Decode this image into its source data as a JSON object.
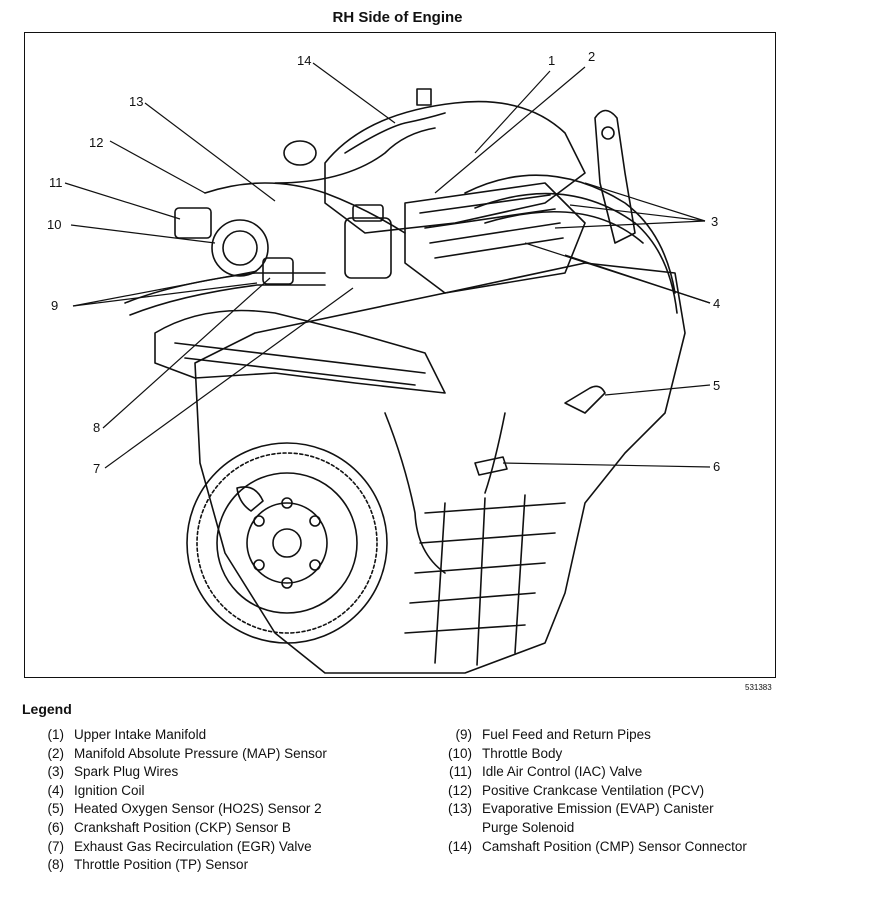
{
  "title": "RH Side of Engine",
  "figure_id": "531383",
  "legend_title": "Legend",
  "callouts": [
    "1",
    "2",
    "3",
    "4",
    "5",
    "6",
    "7",
    "8",
    "9",
    "10",
    "11",
    "12",
    "13",
    "14"
  ],
  "legend_left": [
    {
      "num": "(1)",
      "label": "Upper Intake Manifold"
    },
    {
      "num": "(2)",
      "label": "Manifold Absolute Pressure (MAP) Sensor"
    },
    {
      "num": "(3)",
      "label": "Spark Plug Wires"
    },
    {
      "num": "(4)",
      "label": "Ignition Coil"
    },
    {
      "num": "(5)",
      "label": "Heated Oxygen Sensor (HO2S) Sensor 2"
    },
    {
      "num": "(6)",
      "label": "Crankshaft Position (CKP) Sensor B"
    },
    {
      "num": "(7)",
      "label": "Exhaust Gas Recirculation (EGR) Valve"
    },
    {
      "num": "(8)",
      "label": "Throttle Position (TP) Sensor"
    }
  ],
  "legend_right": [
    {
      "num": "(9)",
      "label": "Fuel Feed and Return Pipes"
    },
    {
      "num": "(10)",
      "label": "Throttle Body"
    },
    {
      "num": "(11)",
      "label": "Idle Air Control (IAC) Valve"
    },
    {
      "num": "(12)",
      "label": "Positive Crankcase Ventilation (PCV)"
    },
    {
      "num": "(13)",
      "label": "Evaporative Emission (EVAP) Canister"
    },
    {
      "num": "",
      "label": "Purge Solenoid"
    },
    {
      "num": "(14)",
      "label": "Camshaft Position (CMP) Sensor Connector"
    }
  ]
}
